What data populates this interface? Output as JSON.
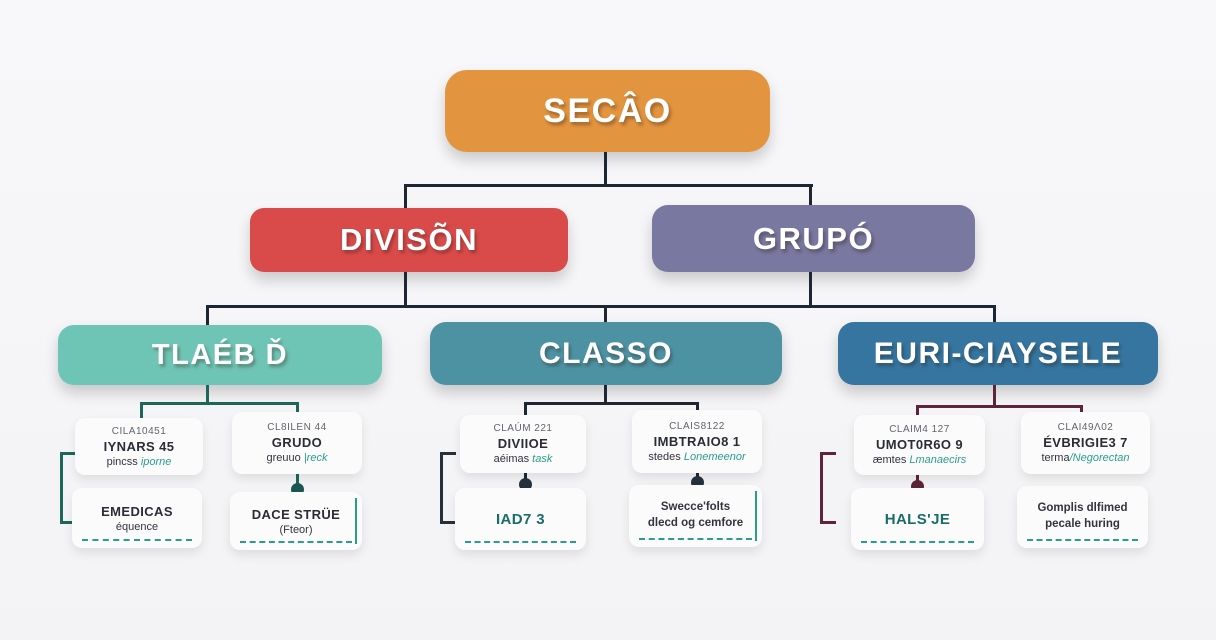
{
  "colors": {
    "secao": "#E2943F",
    "division": "#D94B4B",
    "grupo": "#7878A0",
    "tlaeb": "#6FC5B5",
    "classo": "#4D92A3",
    "euri": "#35759F",
    "rail_main": "#1D2733",
    "rail_left": "#20655A",
    "rail_right": "#5E2438",
    "accent_teal": "#2A9D8F",
    "background": "#F5F5F7"
  },
  "nodes": {
    "secao": "SECÂO",
    "division": "DIVISÕN",
    "grupo": "GRUPÓ",
    "tlaeb": "TLAÉB Ď",
    "classo": "CLASSO",
    "euri": "EURI-CIAYSELE"
  },
  "leaves": {
    "l_a_top": {
      "eyebrow": "CILA10451",
      "title": "IYNARS 45",
      "sub": "pincss ",
      "accent": "iporne"
    },
    "l_a_bottom": {
      "title": "EMEDICAS",
      "sub": "équence"
    },
    "l_b_top": {
      "eyebrow": "CL8ILEN 44",
      "title": "GRUDO",
      "sub": "greuuo ",
      "accent": "|reck"
    },
    "l_b_bottom": {
      "title": "DACE STRÜE",
      "sub": "(Fteor)"
    },
    "m_a_top": {
      "eyebrow": "CLAÚM 221",
      "title": "DIVIIOE",
      "sub": "aéimas ",
      "accent": "task"
    },
    "m_a_bottom": {
      "title": "IAD7 3"
    },
    "m_b_top": {
      "eyebrow": "CLAIS8122",
      "title": "IMBTRAIO8 1",
      "sub": "stedes ",
      "accent": "Lonemeenor"
    },
    "m_b_bottom": {
      "line1": "Swecce'folts",
      "line2": "dlecd og cemfore"
    },
    "r_a_top": {
      "eyebrow": "CLAIM4 127",
      "title": "UMOT0R6O 9",
      "sub": "æmtes ",
      "accent": "Lmanaecirs"
    },
    "r_a_bottom": {
      "title": "HALS'JE"
    },
    "r_b_top": {
      "eyebrow": "CLAI49Λ02",
      "title": "ÉVBRIGIE3 7",
      "sub": "terma",
      "accent": "/Negorectan"
    },
    "r_b_bottom": {
      "line1": "Gomplis dlfimed",
      "line2": "pecale huring"
    }
  }
}
